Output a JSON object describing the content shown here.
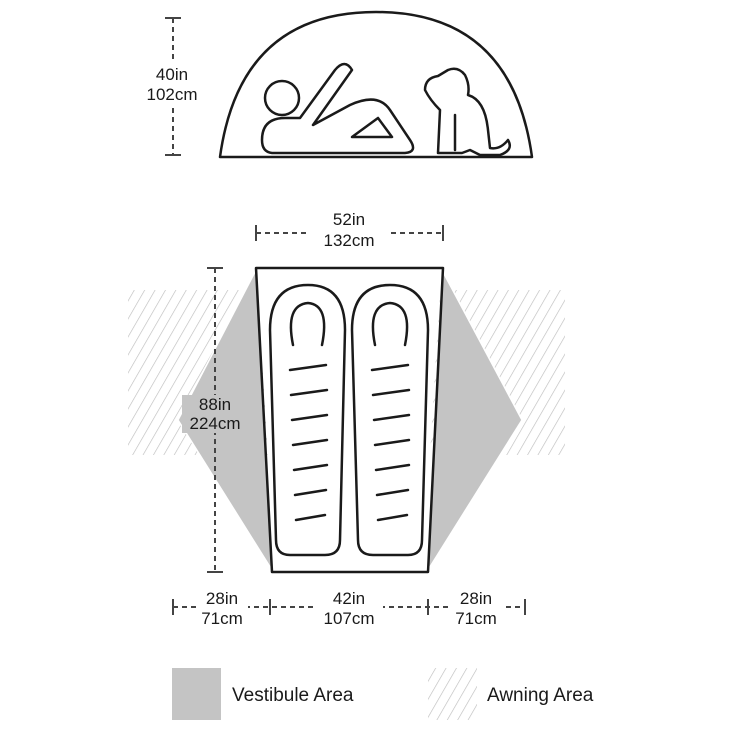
{
  "height_dim": {
    "in": "40in",
    "cm": "102cm"
  },
  "width_dim": {
    "in": "52in",
    "cm": "132cm"
  },
  "length_dim": {
    "in": "88in",
    "cm": "224cm"
  },
  "bottom_dims": [
    {
      "in": "28in",
      "cm": "71cm"
    },
    {
      "in": "42in",
      "cm": "107cm"
    },
    {
      "in": "28in",
      "cm": "71cm"
    }
  ],
  "legend": {
    "vestibule": "Vestibule Area",
    "awning": "Awning Area"
  },
  "colors": {
    "vestibule": "#c4c4c4",
    "outline": "#1a1a1a",
    "hatch": "#bdbdbd"
  }
}
